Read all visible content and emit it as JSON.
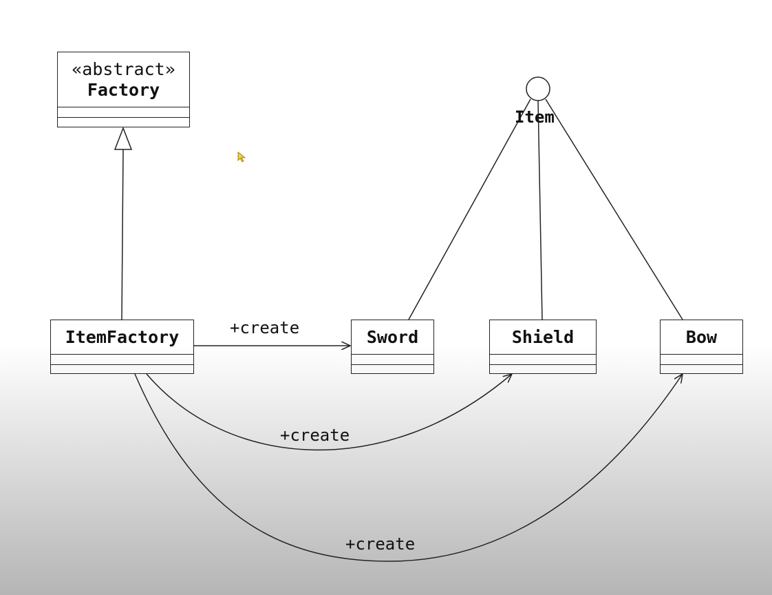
{
  "factory": {
    "stereotype": "«abstract»",
    "name": "Factory"
  },
  "item_factory": {
    "name": "ItemFactory"
  },
  "interface": {
    "name": "Item"
  },
  "classes": {
    "sword": "Sword",
    "shield": "Shield",
    "bow": "Bow"
  },
  "edges": {
    "create_sword": "+create",
    "create_shield": "+create",
    "create_bow": "+create"
  },
  "colors": {
    "line": "#222222",
    "cursor": "#f4d13a"
  }
}
